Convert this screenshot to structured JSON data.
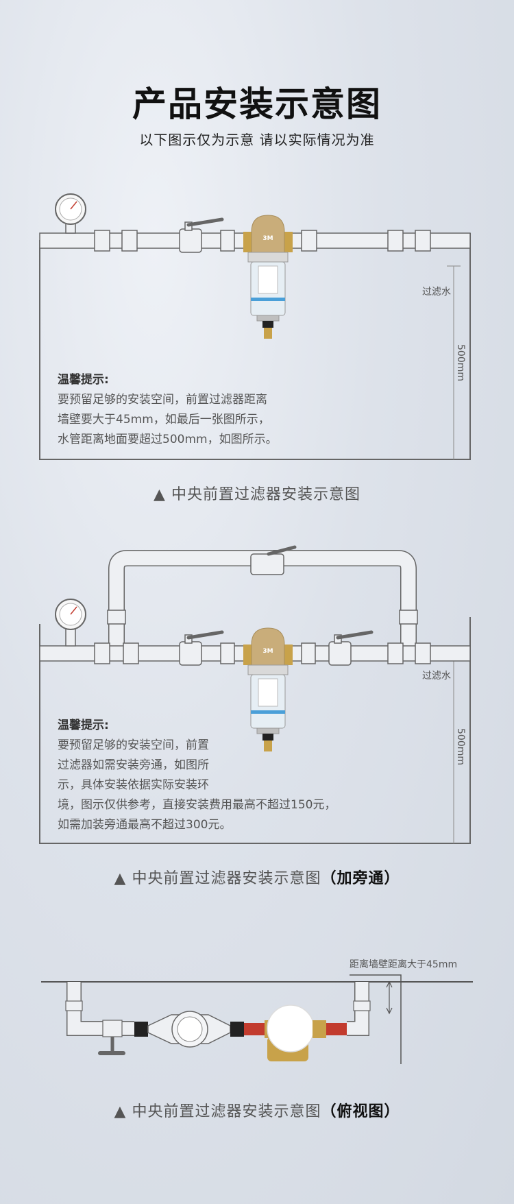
{
  "header": {
    "title": "产品安装示意图",
    "subtitle": "以下图示仅为示意 请以实际情况为准"
  },
  "diagram1": {
    "label_filtered_water": "过滤水",
    "label_height": "500mm",
    "tips_title": "温馨提示:",
    "tips_lines": [
      "要预留足够的安装空间，前置过滤器距离",
      "墙壁要大于45mm，如最后一张图所示，",
      "水管距离地面要超过500mm，如图所示。"
    ],
    "caption": "▲ 中央前置过滤器安装示意图"
  },
  "diagram2": {
    "label_filtered_water": "过滤水",
    "label_height": "500mm",
    "tips_title": "温馨提示:",
    "tips_lines": [
      "要预留足够的安装空间，前置",
      "过滤器如需安装旁通，如图所",
      "示，具体安装依据实际安装环",
      "境，图示仅供参考，直接安装费用最高不超过150元，",
      "如需加装旁通最高不超过300元。"
    ],
    "caption": "▲ 中央前置过滤器安装示意图",
    "caption_paren": "（加旁通）"
  },
  "diagram3": {
    "label_wall_distance": "距离墙壁距离大于45mm",
    "caption": "▲ 中央前置过滤器安装示意图",
    "caption_paren": "（俯视图）"
  },
  "product": {
    "brand_mark": "3M"
  },
  "colors": {
    "gold": "#c9ad7a",
    "brass": "#c8a24a",
    "blue_band": "#4a9fd8",
    "pipe_stroke": "#6b6b6b",
    "red_fitting": "#c23b2e"
  }
}
